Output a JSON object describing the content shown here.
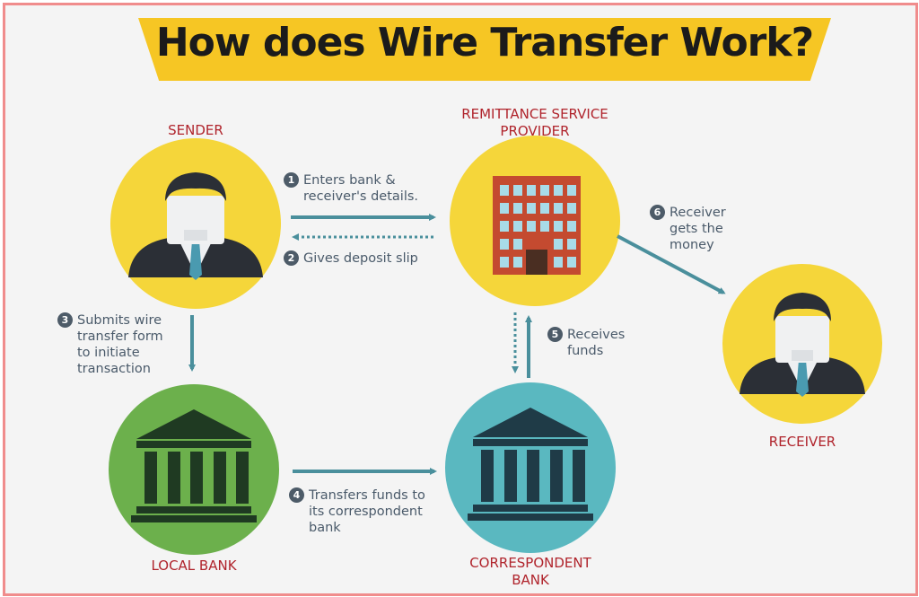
{
  "title": "How does Wire Transfer Work?",
  "nodes": {
    "sender": "SENDER",
    "remittance_line1": "REMITTANCE SERVICE",
    "remittance_line2": "PROVIDER",
    "receiver": "RECEIVER",
    "local_bank": "LOCAL BANK",
    "correspondent_line1": "CORRESPONDENT",
    "correspondent_line2": "BANK"
  },
  "steps": [
    {
      "num": "1",
      "line1": "Enters bank &",
      "line2": "receiver's details."
    },
    {
      "num": "2",
      "line1": "Gives deposit slip"
    },
    {
      "num": "3",
      "line1": "Submits wire",
      "line2": "transfer form",
      "line3": "to initiate",
      "line4": "transaction"
    },
    {
      "num": "4",
      "line1": "Transfers funds to",
      "line2": "its correspondent",
      "line3": "bank"
    },
    {
      "num": "5",
      "line1": "Receives",
      "line2": "funds"
    },
    {
      "num": "6",
      "line1": "Receiver",
      "line2": "gets the",
      "line3": "money"
    }
  ],
  "colors": {
    "banner": "#f6c624",
    "label_red": "#b0242c",
    "arrow_teal": "#4a8f9c",
    "person_circle": "#f5d63a",
    "local_bank_green": "#6cb04c",
    "correspondent_teal": "#5ab8c0"
  }
}
